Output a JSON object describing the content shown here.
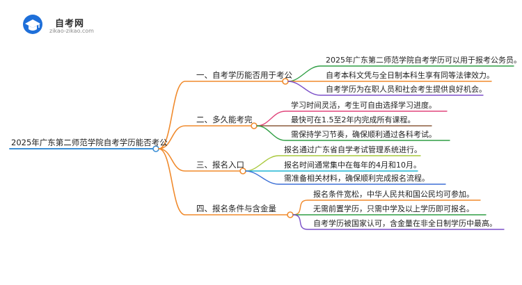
{
  "site": {
    "name": "自考网",
    "url": "zikao-zikao.com"
  },
  "mindmap": {
    "root": "2025年广东第二师范学院自考学历能否考公",
    "branches": [
      {
        "label": "一、自考学历能否用于考公",
        "color": "#f08a2c",
        "leaves": [
          {
            "text": "2025年广东第二师范学院自考学历可以用于报考公务员。",
            "color": "#2f9e44"
          },
          {
            "text": "自考本科文凭与全日制本科生享有同等法律效力。",
            "color": "#f08a2c"
          },
          {
            "text": "自考学历为在职人员和社会考生提供良好机会。",
            "color": "#7b4fc8"
          }
        ]
      },
      {
        "label": "二、多久能考完",
        "color": "#f08a2c",
        "leaves": [
          {
            "text": "学习时间灵活，考生可自由选择学习进度。",
            "color": "#e0457b"
          },
          {
            "text": "最快可在1.5至2年内完成所有课程。",
            "color": "#8b5a3c"
          },
          {
            "text": "需保持学习节奏，确保顺利通过各科考试。",
            "color": "#2f9e44"
          }
        ]
      },
      {
        "label": "三、报名入口",
        "color": "#f08a2c",
        "leaves": [
          {
            "text": "报名通过广东省自学考试管理系统进行。",
            "color": "#a8c83a"
          },
          {
            "text": "报名时间通常集中在每年的4月和10月。",
            "color": "#1fb5d4"
          },
          {
            "text": "需准备相关材料，确保顺利完成报名流程。",
            "color": "#3b6fd6"
          }
        ]
      },
      {
        "label": "四、报名条件与含金量",
        "color": "#f08a2c",
        "leaves": [
          {
            "text": "报名条件宽松，中华人民共和国公民均可参加。",
            "color": "#f08a2c"
          },
          {
            "text": "无需前置学历，只需中学及以上学历即可报名。",
            "color": "#2f9e44"
          },
          {
            "text": "自考学历被国家认可，含金量在非全日制学历中最高。",
            "color": "#7b4fc8"
          }
        ]
      }
    ]
  }
}
